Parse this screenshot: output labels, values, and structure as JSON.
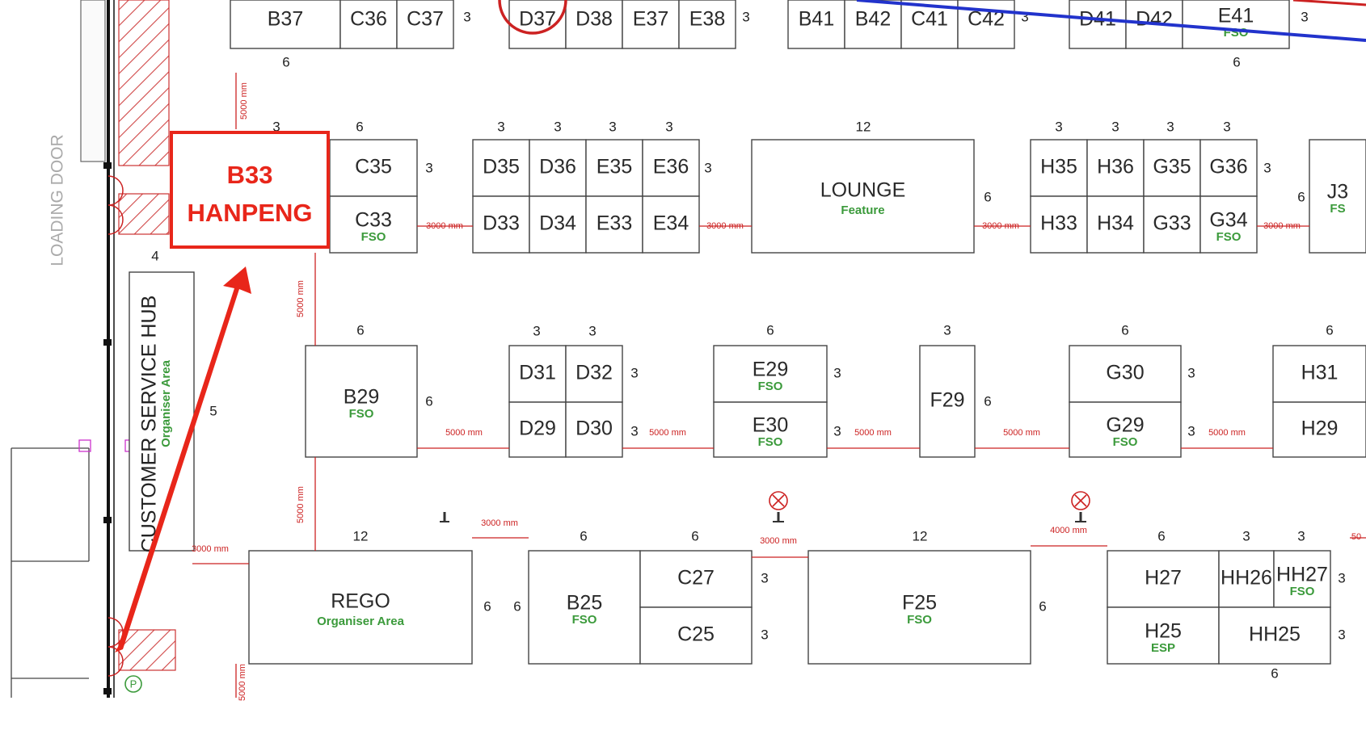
{
  "colors": {
    "booth_text": "#2a2a2a",
    "sub_text": "#3b9a3b",
    "dimension_red": "#cc2222",
    "highlight_red": "#e8261a",
    "route_blue": "#2233cc"
  },
  "highlight": {
    "line1": "B33",
    "line2": "HANPENG"
  },
  "side_labels": {
    "loading_door": "LOADING DOOR",
    "customer_service": "CUSTOMER SERVICE HUB",
    "customer_service_sub": "Organiser Area",
    "parking_symbol": "P"
  },
  "booths": [
    {
      "id": "B37",
      "label": "B37",
      "sub": ""
    },
    {
      "id": "C36",
      "label": "C36",
      "sub": ""
    },
    {
      "id": "C37",
      "label": "C37",
      "sub": ""
    },
    {
      "id": "D37",
      "label": "D37",
      "sub": ""
    },
    {
      "id": "D38",
      "label": "D38",
      "sub": ""
    },
    {
      "id": "E37",
      "label": "E37",
      "sub": ""
    },
    {
      "id": "E38",
      "label": "E38",
      "sub": ""
    },
    {
      "id": "B41",
      "label": "B41",
      "sub": ""
    },
    {
      "id": "B42",
      "label": "B42",
      "sub": ""
    },
    {
      "id": "C41",
      "label": "C41",
      "sub": ""
    },
    {
      "id": "C42",
      "label": "C42",
      "sub": ""
    },
    {
      "id": "D41",
      "label": "D41",
      "sub": ""
    },
    {
      "id": "D42",
      "label": "D42",
      "sub": ""
    },
    {
      "id": "E41",
      "label": "E41",
      "sub": "FSO"
    },
    {
      "id": "C35",
      "label": "C35",
      "sub": ""
    },
    {
      "id": "C33",
      "label": "C33",
      "sub": "FSO"
    },
    {
      "id": "D35",
      "label": "D35",
      "sub": ""
    },
    {
      "id": "D36",
      "label": "D36",
      "sub": ""
    },
    {
      "id": "E35",
      "label": "E35",
      "sub": ""
    },
    {
      "id": "E36",
      "label": "E36",
      "sub": ""
    },
    {
      "id": "D33",
      "label": "D33",
      "sub": ""
    },
    {
      "id": "D34",
      "label": "D34",
      "sub": ""
    },
    {
      "id": "E33",
      "label": "E33",
      "sub": ""
    },
    {
      "id": "E34",
      "label": "E34",
      "sub": ""
    },
    {
      "id": "LOUNGE",
      "label": "LOUNGE",
      "sub": "Feature"
    },
    {
      "id": "H35",
      "label": "H35",
      "sub": ""
    },
    {
      "id": "H36",
      "label": "H36",
      "sub": ""
    },
    {
      "id": "G35",
      "label": "G35",
      "sub": ""
    },
    {
      "id": "G36",
      "label": "G36",
      "sub": ""
    },
    {
      "id": "H33",
      "label": "H33",
      "sub": ""
    },
    {
      "id": "H34",
      "label": "H34",
      "sub": ""
    },
    {
      "id": "G33",
      "label": "G33",
      "sub": ""
    },
    {
      "id": "G34",
      "label": "G34",
      "sub": "FSO"
    },
    {
      "id": "J3",
      "label": "J3",
      "sub": "FS"
    },
    {
      "id": "B29",
      "label": "B29",
      "sub": "FSO"
    },
    {
      "id": "D31",
      "label": "D31",
      "sub": ""
    },
    {
      "id": "D32",
      "label": "D32",
      "sub": ""
    },
    {
      "id": "D29",
      "label": "D29",
      "sub": ""
    },
    {
      "id": "D30",
      "label": "D30",
      "sub": ""
    },
    {
      "id": "E29",
      "label": "E29",
      "sub": "FSO"
    },
    {
      "id": "E30",
      "label": "E30",
      "sub": "FSO"
    },
    {
      "id": "F29",
      "label": "F29",
      "sub": ""
    },
    {
      "id": "G30",
      "label": "G30",
      "sub": ""
    },
    {
      "id": "G29",
      "label": "G29",
      "sub": "FSO"
    },
    {
      "id": "H31",
      "label": "H31",
      "sub": ""
    },
    {
      "id": "H29",
      "label": "H29",
      "sub": ""
    },
    {
      "id": "REGO",
      "label": "REGO",
      "sub": "Organiser Area"
    },
    {
      "id": "B25",
      "label": "B25",
      "sub": "FSO"
    },
    {
      "id": "C27",
      "label": "C27",
      "sub": ""
    },
    {
      "id": "C25",
      "label": "C25",
      "sub": ""
    },
    {
      "id": "F25",
      "label": "F25",
      "sub": "FSO"
    },
    {
      "id": "H27",
      "label": "H27",
      "sub": ""
    },
    {
      "id": "HH26",
      "label": "HH26",
      "sub": ""
    },
    {
      "id": "HH27",
      "label": "HH27",
      "sub": "FSO"
    },
    {
      "id": "H25",
      "label": "H25",
      "sub": "ESP"
    },
    {
      "id": "HH25",
      "label": "HH25",
      "sub": ""
    }
  ],
  "dimensions": [
    {
      "id": "b37-bottom",
      "text": "6"
    },
    {
      "id": "c37-right",
      "text": "3"
    },
    {
      "id": "e38-right",
      "text": "3"
    },
    {
      "id": "c42-right",
      "text": "3"
    },
    {
      "id": "e41-right",
      "text": "3"
    },
    {
      "id": "e41-bottom",
      "text": "6"
    },
    {
      "id": "b33-top",
      "text": "3"
    },
    {
      "id": "c35-top",
      "text": "6"
    },
    {
      "id": "c35-right",
      "text": "3"
    },
    {
      "id": "d35-top",
      "text": "3"
    },
    {
      "id": "d36-top",
      "text": "3"
    },
    {
      "id": "e35-top",
      "text": "3"
    },
    {
      "id": "e36-top",
      "text": "3"
    },
    {
      "id": "e36-right",
      "text": "3"
    },
    {
      "id": "lounge-top",
      "text": "12"
    },
    {
      "id": "lounge-right",
      "text": "6"
    },
    {
      "id": "h35-top",
      "text": "3"
    },
    {
      "id": "h36-top",
      "text": "3"
    },
    {
      "id": "g35-top",
      "text": "3"
    },
    {
      "id": "g36-top",
      "text": "3"
    },
    {
      "id": "g36-right",
      "text": "3"
    },
    {
      "id": "j3-left",
      "text": "6"
    },
    {
      "id": "hub-top",
      "text": "4"
    },
    {
      "id": "hub-right",
      "text": "5"
    },
    {
      "id": "b29-top",
      "text": "6"
    },
    {
      "id": "b29-right",
      "text": "6"
    },
    {
      "id": "d31-top",
      "text": "3"
    },
    {
      "id": "d32-top",
      "text": "3"
    },
    {
      "id": "d32-right",
      "text": "3"
    },
    {
      "id": "d30-right",
      "text": "3"
    },
    {
      "id": "e29-top",
      "text": "6"
    },
    {
      "id": "e29-right",
      "text": "3"
    },
    {
      "id": "e30-right",
      "text": "3"
    },
    {
      "id": "f29-top",
      "text": "3"
    },
    {
      "id": "f29-right",
      "text": "6"
    },
    {
      "id": "g30-top",
      "text": "6"
    },
    {
      "id": "g30-right",
      "text": "3"
    },
    {
      "id": "g29-right",
      "text": "3"
    },
    {
      "id": "h31-top",
      "text": "6"
    },
    {
      "id": "rego-top",
      "text": "12"
    },
    {
      "id": "rego-right",
      "text": "6"
    },
    {
      "id": "b25-left",
      "text": "6"
    },
    {
      "id": "b25-top",
      "text": "6"
    },
    {
      "id": "c27-top",
      "text": "6"
    },
    {
      "id": "c27-right",
      "text": "3"
    },
    {
      "id": "c25-right",
      "text": "3"
    },
    {
      "id": "f25-top",
      "text": "12"
    },
    {
      "id": "f25-right",
      "text": "6"
    },
    {
      "id": "h27-top",
      "text": "6"
    },
    {
      "id": "hh26-top",
      "text": "3"
    },
    {
      "id": "hh27-top",
      "text": "3"
    },
    {
      "id": "hh27-right",
      "text": "3"
    },
    {
      "id": "hh25-right",
      "text": "3"
    },
    {
      "id": "hh25-bottom",
      "text": "6"
    }
  ],
  "gaps": [
    {
      "id": "g-v1",
      "text": "5000 mm"
    },
    {
      "id": "g-h1",
      "text": "3000 mm"
    },
    {
      "id": "g-h2",
      "text": "3000 mm"
    },
    {
      "id": "g-h3",
      "text": "3000 mm"
    },
    {
      "id": "g-h4",
      "text": "3000 mm"
    },
    {
      "id": "g-v2",
      "text": "5000 mm"
    },
    {
      "id": "g-h5",
      "text": "5000 mm"
    },
    {
      "id": "g-h6",
      "text": "5000 mm"
    },
    {
      "id": "g-h7",
      "text": "5000 mm"
    },
    {
      "id": "g-h8",
      "text": "5000 mm"
    },
    {
      "id": "g-h9",
      "text": "5000 mm"
    },
    {
      "id": "g-v3",
      "text": "5000 mm"
    },
    {
      "id": "g-h10",
      "text": "3000 mm"
    },
    {
      "id": "g-h11",
      "text": "3000 mm"
    },
    {
      "id": "g-h12",
      "text": "3000 mm"
    },
    {
      "id": "g-h13",
      "text": "4000 mm"
    },
    {
      "id": "g-h14",
      "text": "50"
    },
    {
      "id": "g-v4",
      "text": "5000 mm"
    }
  ]
}
